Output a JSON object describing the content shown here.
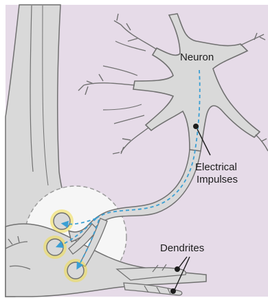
{
  "labels": {
    "neuron": "Neuron",
    "electrical_line1": "Electrical",
    "electrical_line2": "Impulses",
    "dendrites": "Dendrites"
  },
  "colors": {
    "background": "#e6dbe8",
    "cell": "#d9d9d9",
    "cell_outline": "#707070",
    "impulse": "#3a9fd4",
    "synapse_glow": "#f0dc4a",
    "zoom_circle": "#f6f6f6"
  }
}
